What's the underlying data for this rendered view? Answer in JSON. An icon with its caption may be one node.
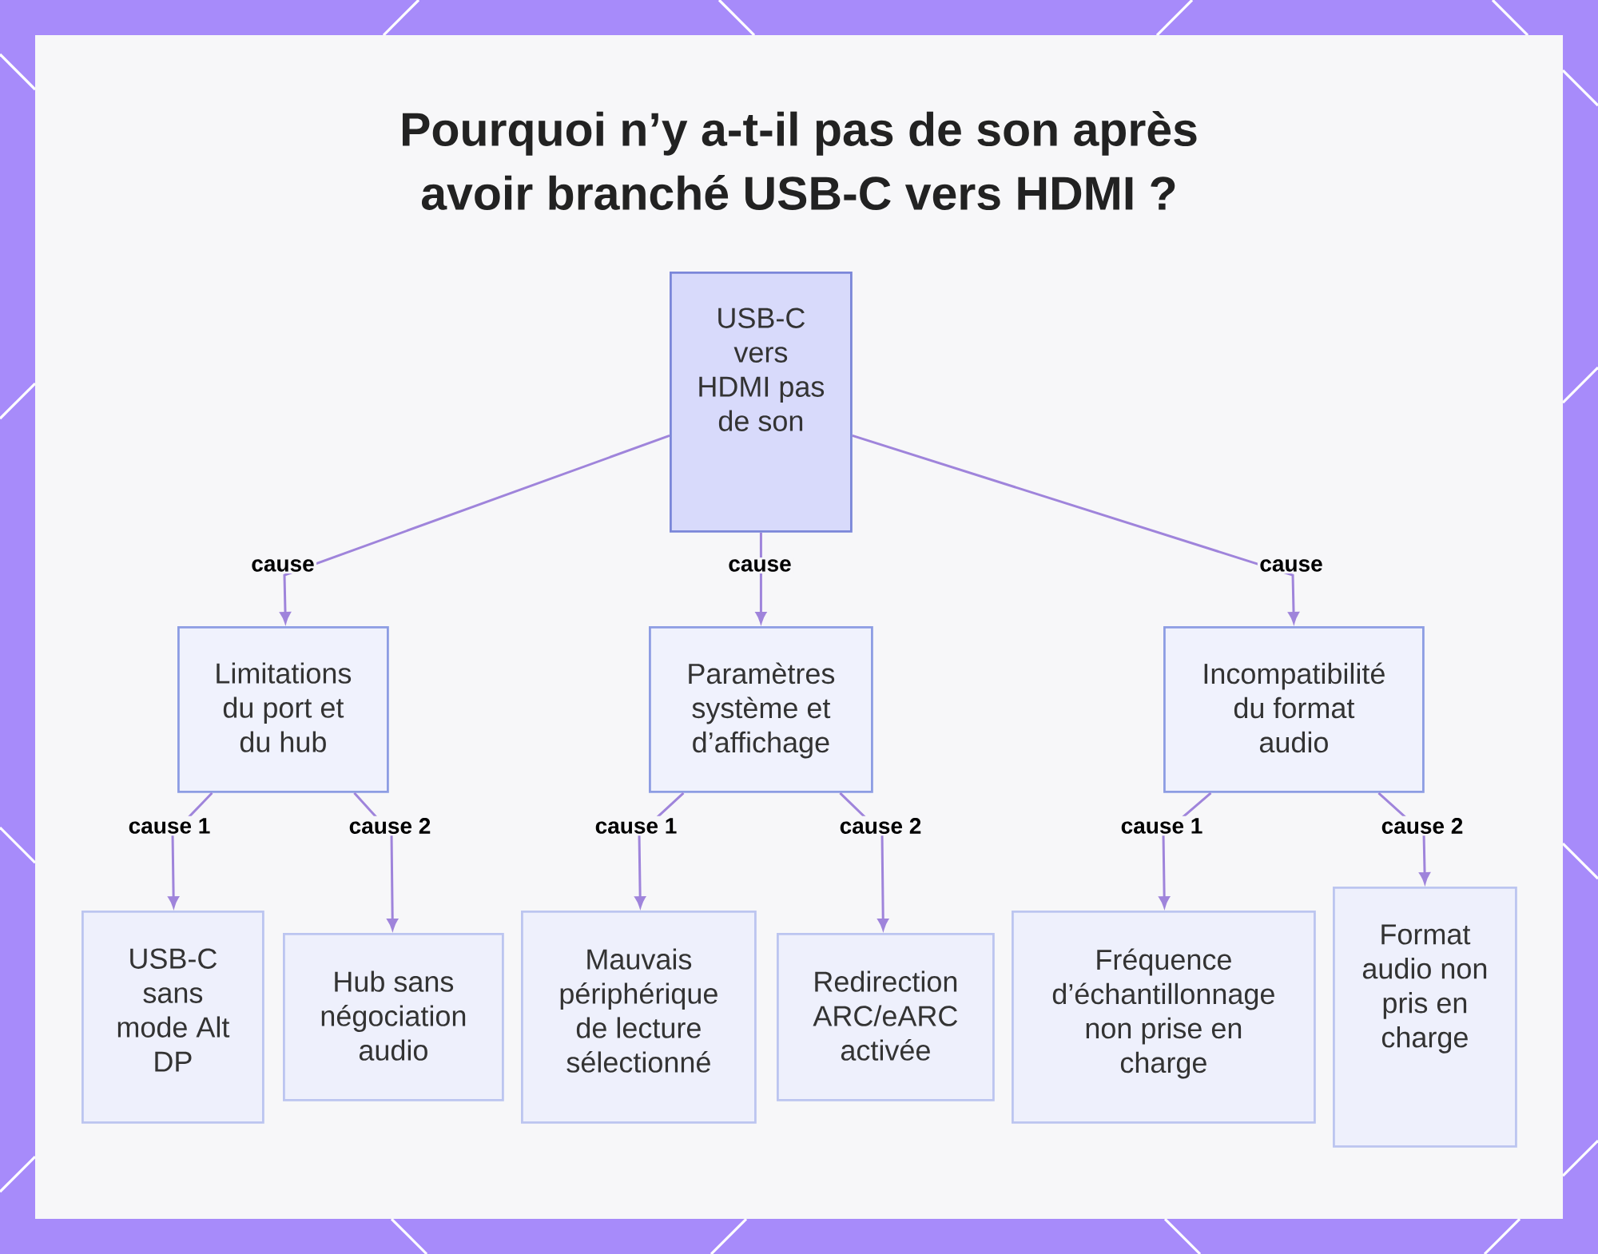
{
  "diagram": {
    "title": "Pourquoi n’y a-t-il pas de son après avoir branché USB-C vers HDMI ?",
    "nodes": [
      {
        "text": [
          "USB-C vers HDMI pas de son"
        ]
      },
      {
        "text": [
          "Limitations du port et du hub"
        ]
      },
      {
        "text": [
          "Paramètres système et d’affichage"
        ]
      },
      {
        "text": [
          "Incompatibilité du format audio"
        ]
      },
      {
        "text": [
          "USB-C sans mode Alt DP"
        ]
      },
      {
        "text": [
          "Hub sans négociation audio"
        ]
      },
      {
        "text": [
          "Mauvais périphérique de lecture sélectionné"
        ]
      },
      {
        "text": [
          "Redirection ARC/eARC activée"
        ]
      },
      {
        "text": [
          "Fréquence d’échantillonnage non prise en charge"
        ]
      },
      {
        "text": [
          "Format audio non pris en charge"
        ]
      }
    ],
    "edges": [
      {
        "from": 0,
        "to": 1,
        "arrow": "to",
        "label": "cause"
      },
      {
        "from": 0,
        "to": 2,
        "arrow": "to",
        "label": "cause"
      },
      {
        "from": 0,
        "to": 3,
        "arrow": "to",
        "label": "cause"
      },
      {
        "from": 1,
        "to": 4,
        "arrow": "to",
        "label": "cause 1"
      },
      {
        "from": 1,
        "to": 5,
        "arrow": "to",
        "label": "cause 2"
      },
      {
        "from": 2,
        "to": 6,
        "arrow": "to",
        "label": "cause 1"
      },
      {
        "from": 2,
        "to": 7,
        "arrow": "to",
        "label": "cause 2"
      },
      {
        "from": 3,
        "to": 8,
        "arrow": "to",
        "label": "cause 1"
      },
      {
        "from": 3,
        "to": 9,
        "arrow": "to",
        "label": "cause 2"
      }
    ]
  }
}
